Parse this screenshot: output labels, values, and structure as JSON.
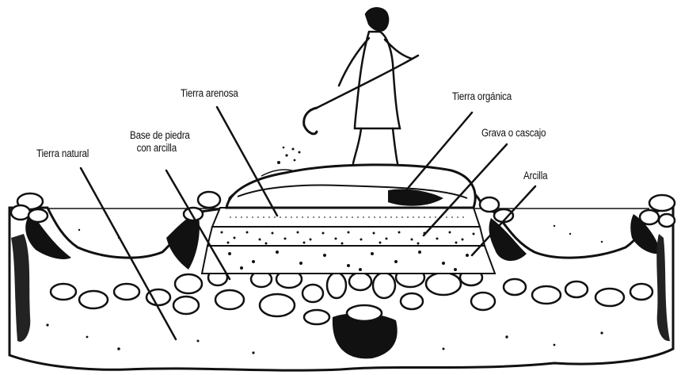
{
  "labels": {
    "tierra_natural": "Tierra natural",
    "base_line1": "Base de piedra",
    "base_line2": "con arcilla",
    "tierra_arenosa": "Tierra arenosa",
    "tierra_organica": "Tierra orgánica",
    "grava": "Grava o cascajo",
    "arcilla": "Arcilla"
  },
  "colors": {
    "ink": "#111111",
    "paper": "#ffffff"
  }
}
